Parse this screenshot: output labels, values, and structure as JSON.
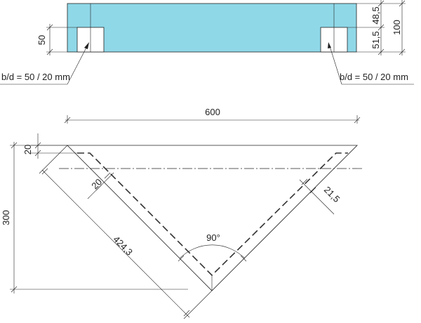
{
  "diagram": {
    "colors": {
      "panel_fill": "#8fd8e8",
      "stroke": "#222222",
      "background": "#ffffff"
    },
    "top_view": {
      "dim_left_height": "50",
      "dim_right_upper": "48,5",
      "dim_right_lower": "51,5",
      "dim_right_total": "100",
      "callout_left": "b/d = 50 / 20 mm",
      "callout_right": "b/d = 50 / 20 mm"
    },
    "bottom_view": {
      "dim_width": "600",
      "dim_height": "300",
      "dim_top_offset": "20",
      "dim_left_inset": "20",
      "dim_right_inset": "21,5",
      "dim_leg_length": "424,3",
      "angle_label": "90°"
    }
  }
}
